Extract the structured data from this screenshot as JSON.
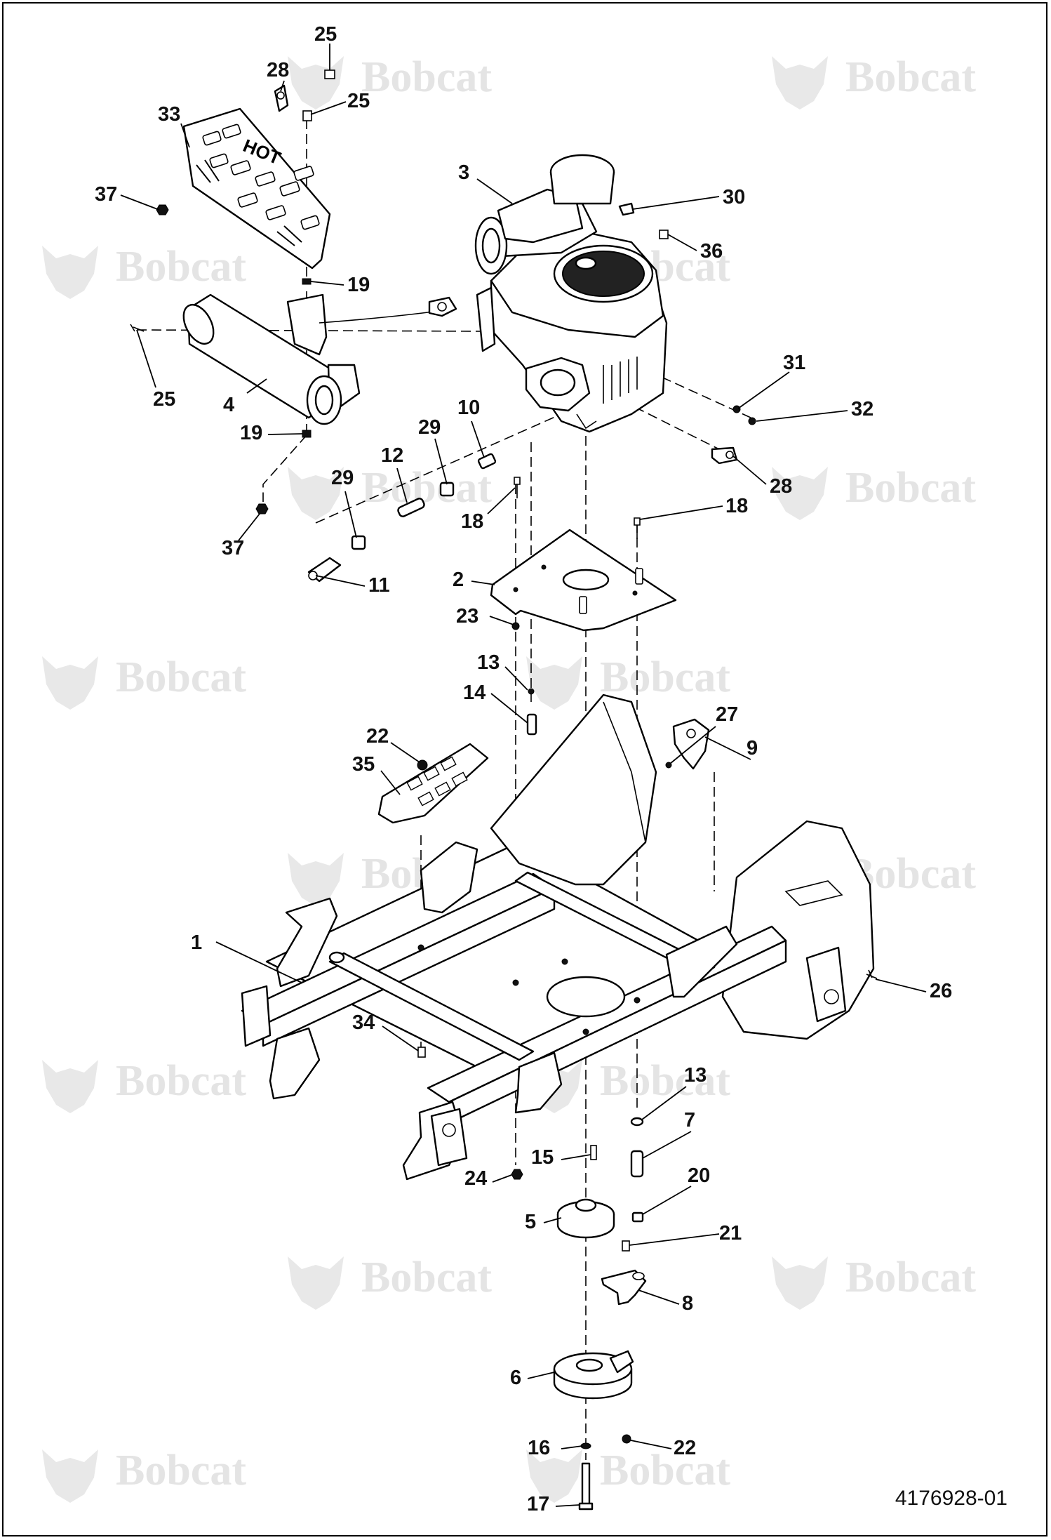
{
  "watermark": {
    "text": "Bobcat"
  },
  "document_number": "4176928-01",
  "callouts": [
    {
      "id": "c25a",
      "label": "25"
    },
    {
      "id": "c28a",
      "label": "28"
    },
    {
      "id": "c25b",
      "label": "25"
    },
    {
      "id": "c33",
      "label": "33"
    },
    {
      "id": "c37a",
      "label": "37"
    },
    {
      "id": "c3",
      "label": "3"
    },
    {
      "id": "c30",
      "label": "30"
    },
    {
      "id": "c36",
      "label": "36"
    },
    {
      "id": "c19a",
      "label": "19"
    },
    {
      "id": "c25c",
      "label": "25"
    },
    {
      "id": "c4",
      "label": "4"
    },
    {
      "id": "c19b",
      "label": "19"
    },
    {
      "id": "c31",
      "label": "31"
    },
    {
      "id": "c32",
      "label": "32"
    },
    {
      "id": "c10",
      "label": "10"
    },
    {
      "id": "c29a",
      "label": "29"
    },
    {
      "id": "c12",
      "label": "12"
    },
    {
      "id": "c29b",
      "label": "29"
    },
    {
      "id": "c28b",
      "label": "28"
    },
    {
      "id": "c18a",
      "label": "18"
    },
    {
      "id": "c18b",
      "label": "18"
    },
    {
      "id": "c37b",
      "label": "37"
    },
    {
      "id": "c11",
      "label": "11"
    },
    {
      "id": "c2",
      "label": "2"
    },
    {
      "id": "c23",
      "label": "23"
    },
    {
      "id": "c13a",
      "label": "13"
    },
    {
      "id": "c14",
      "label": "14"
    },
    {
      "id": "c27",
      "label": "27"
    },
    {
      "id": "c22a",
      "label": "22"
    },
    {
      "id": "c9",
      "label": "9"
    },
    {
      "id": "c35",
      "label": "35"
    },
    {
      "id": "c1",
      "label": "1"
    },
    {
      "id": "c26",
      "label": "26"
    },
    {
      "id": "c34",
      "label": "34"
    },
    {
      "id": "c13b",
      "label": "13"
    },
    {
      "id": "c7",
      "label": "7"
    },
    {
      "id": "c15",
      "label": "15"
    },
    {
      "id": "c24",
      "label": "24"
    },
    {
      "id": "c20",
      "label": "20"
    },
    {
      "id": "c5",
      "label": "5"
    },
    {
      "id": "c21",
      "label": "21"
    },
    {
      "id": "c8",
      "label": "8"
    },
    {
      "id": "c6",
      "label": "6"
    },
    {
      "id": "c16",
      "label": "16"
    },
    {
      "id": "c22b",
      "label": "22"
    },
    {
      "id": "c17",
      "label": "17"
    }
  ],
  "heat_shield": {
    "text": "HOT"
  }
}
